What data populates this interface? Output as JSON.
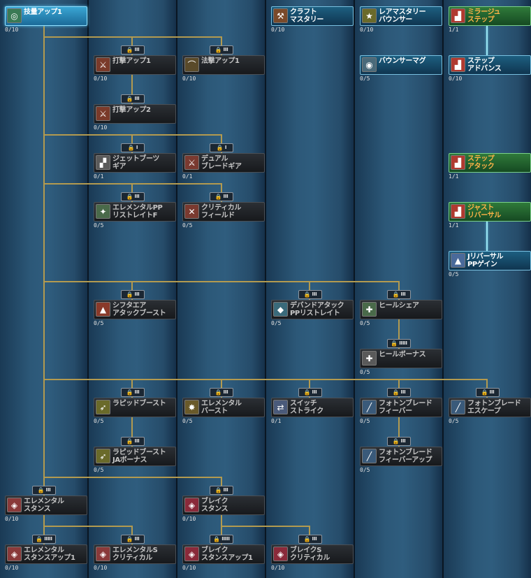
{
  "skills": [
    {
      "id": "gijutsu",
      "name": "技量アップ1",
      "level": "0/10",
      "icon": "target-icon",
      "state": "main",
      "col": 0,
      "row": 0
    },
    {
      "id": "dageki1",
      "name": "打撃アップ1",
      "level": "0/10",
      "icon": "sword-icon",
      "state": "locked",
      "col": 1,
      "row": 1
    },
    {
      "id": "hogeki1",
      "name": "法撃アップ1",
      "level": "0/10",
      "icon": "wand-icon",
      "state": "locked",
      "col": 2,
      "row": 1
    },
    {
      "id": "craft",
      "name": "クラフト\nマスタリー",
      "level": "0/10",
      "icon": "craft-icon",
      "state": "learned",
      "col": 3,
      "row": 0
    },
    {
      "id": "raremastery",
      "name": "レアマスタリー\nバウンサー",
      "level": "0/10",
      "icon": "rare-icon",
      "state": "learned",
      "col": 4,
      "row": 0
    },
    {
      "id": "mirage",
      "name": "ミラージュ\nステップ",
      "level": "1/1",
      "icon": "boots-icon",
      "state": "green",
      "col": 5,
      "row": 0
    },
    {
      "id": "bouncermag",
      "name": "バウンサーマグ",
      "level": "0/5",
      "icon": "mag-icon",
      "state": "learned",
      "col": 4,
      "row": 1
    },
    {
      "id": "stepadv",
      "name": "ステップ\nアドバンス",
      "level": "0/10",
      "icon": "boots-icon",
      "state": "learned",
      "col": 5,
      "row": 1
    },
    {
      "id": "dageki2",
      "name": "打撃アップ2",
      "level": "0/10",
      "icon": "sword-icon",
      "state": "locked",
      "col": 1,
      "row": 2
    },
    {
      "id": "jetboots",
      "name": "ジェットブーツ\nギア",
      "level": "0/1",
      "icon": "jetboots-icon",
      "state": "locked",
      "col": 1,
      "row": 3
    },
    {
      "id": "dualblade",
      "name": "デュアル\nブレードギア",
      "level": "0/1",
      "icon": "dualblade-icon",
      "state": "locked",
      "col": 2,
      "row": 3
    },
    {
      "id": "stepattack",
      "name": "ステップ\nアタック",
      "level": "1/1",
      "icon": "boots-icon",
      "state": "green",
      "col": 5,
      "row": 3
    },
    {
      "id": "elempp",
      "name": "エレメンタルPP\nリストレイトF",
      "level": "0/5",
      "icon": "element-icon",
      "state": "locked",
      "col": 1,
      "row": 4
    },
    {
      "id": "critfield",
      "name": "クリティカル\nフィールド",
      "level": "0/5",
      "icon": "crit-icon",
      "state": "locked",
      "col": 2,
      "row": 4
    },
    {
      "id": "justrev",
      "name": "ジャスト\nリバーサル",
      "level": "1/1",
      "icon": "boots-icon",
      "state": "green",
      "col": 5,
      "row": 4
    },
    {
      "id": "revpp",
      "name": "Jリバーサル\nPPゲイン",
      "level": "0/5",
      "icon": "pp-icon",
      "state": "learned",
      "col": 5,
      "row": 5
    },
    {
      "id": "shifta",
      "name": "シフタエア\nアタックブースト",
      "level": "0/5",
      "icon": "shifta-icon",
      "state": "locked",
      "col": 1,
      "row": 6
    },
    {
      "id": "deband",
      "name": "デバンドアタック\nPPリストレイト",
      "level": "0/5",
      "icon": "deband-icon",
      "state": "locked",
      "col": 3,
      "row": 6
    },
    {
      "id": "healshare",
      "name": "ヒールシェア",
      "level": "0/5",
      "icon": "heal-icon",
      "state": "locked",
      "col": 4,
      "row": 6
    },
    {
      "id": "healbonus",
      "name": "ヒールボーナス",
      "level": "0/5",
      "icon": "healbonus-icon",
      "state": "locked",
      "col": 4,
      "row": 7
    },
    {
      "id": "rapidboost",
      "name": "ラピッドブースト",
      "level": "0/5",
      "icon": "rapid-icon",
      "state": "locked",
      "col": 1,
      "row": 8
    },
    {
      "id": "elemburst",
      "name": "エレメンタル\nバースト",
      "level": "0/5",
      "icon": "burst-icon",
      "state": "locked",
      "col": 2,
      "row": 8
    },
    {
      "id": "switch",
      "name": "スイッチ\nストライク",
      "level": "0/1",
      "icon": "switch-icon",
      "state": "locked",
      "col": 3,
      "row": 8
    },
    {
      "id": "pbfever",
      "name": "フォトンブレード\nフィーバー",
      "level": "0/5",
      "icon": "photon-icon",
      "state": "locked",
      "col": 4,
      "row": 8
    },
    {
      "id": "pbescape",
      "name": "フォトンブレード\nエスケープ",
      "level": "0/5",
      "icon": "photon-icon",
      "state": "locked",
      "col": 5,
      "row": 8
    },
    {
      "id": "rapidja",
      "name": "ラピッドブースト\nJAボーナス",
      "level": "0/5",
      "icon": "rapid-icon",
      "state": "locked",
      "col": 1,
      "row": 9
    },
    {
      "id": "pbfeverup",
      "name": "フォトンブレード\nフィーバーアップ",
      "level": "0/5",
      "icon": "photon-icon",
      "state": "locked",
      "col": 4,
      "row": 9
    },
    {
      "id": "elemstance",
      "name": "エレメンタル\nスタンス",
      "level": "0/10",
      "icon": "stance-icon",
      "state": "locked",
      "col": 0,
      "row": 10
    },
    {
      "id": "breakstance",
      "name": "ブレイク\nスタンス",
      "level": "0/10",
      "icon": "breakstance-icon",
      "state": "locked",
      "col": 2,
      "row": 10
    },
    {
      "id": "elemstanceup",
      "name": "エレメンタル\nスタンスアップ1",
      "level": "0/10",
      "icon": "stance-icon",
      "state": "locked",
      "col": 0,
      "row": 11
    },
    {
      "id": "elemcrit",
      "name": "エレメンタルS\nクリティカル",
      "level": "0/10",
      "icon": "stance-icon",
      "state": "locked",
      "col": 1,
      "row": 11
    },
    {
      "id": "breakstanceup",
      "name": "ブレイク\nスタンスアップ1",
      "level": "0/10",
      "icon": "breakstance-icon",
      "state": "locked",
      "col": 2,
      "row": 11
    },
    {
      "id": "breakcrit",
      "name": "ブレイクS\nクリティカル",
      "level": "0/10",
      "icon": "breakstance-icon",
      "state": "locked",
      "col": 3,
      "row": 11
    }
  ],
  "locks": [
    {
      "rank": "III",
      "col": 1,
      "row": 1
    },
    {
      "rank": "III",
      "col": 2,
      "row": 1
    },
    {
      "rank": "III",
      "col": 1,
      "row": 2
    },
    {
      "rank": "I",
      "col": 1,
      "row": 3
    },
    {
      "rank": "I",
      "col": 2,
      "row": 3
    },
    {
      "rank": "III",
      "col": 1,
      "row": 4
    },
    {
      "rank": "III",
      "col": 2,
      "row": 4
    },
    {
      "rank": "III",
      "col": 1,
      "row": 6
    },
    {
      "rank": "III",
      "col": 3,
      "row": 6
    },
    {
      "rank": "III",
      "col": 4,
      "row": 6
    },
    {
      "rank": "IIIII",
      "col": 4,
      "row": 7
    },
    {
      "rank": "III",
      "col": 1,
      "row": 8
    },
    {
      "rank": "III",
      "col": 2,
      "row": 8
    },
    {
      "rank": "III",
      "col": 3,
      "row": 8
    },
    {
      "rank": "III",
      "col": 4,
      "row": 8
    },
    {
      "rank": "III",
      "col": 5,
      "row": 8
    },
    {
      "rank": "III",
      "col": 1,
      "row": 9
    },
    {
      "rank": "III",
      "col": 4,
      "row": 9
    },
    {
      "rank": "III",
      "col": 0,
      "row": 10
    },
    {
      "rank": "III",
      "col": 2,
      "row": 10
    },
    {
      "rank": "IIIII",
      "col": 0,
      "row": 11
    },
    {
      "rank": "III",
      "col": 1,
      "row": 11
    },
    {
      "rank": "IIIII",
      "col": 2,
      "row": 11
    },
    {
      "rank": "III",
      "col": 3,
      "row": 11
    }
  ]
}
